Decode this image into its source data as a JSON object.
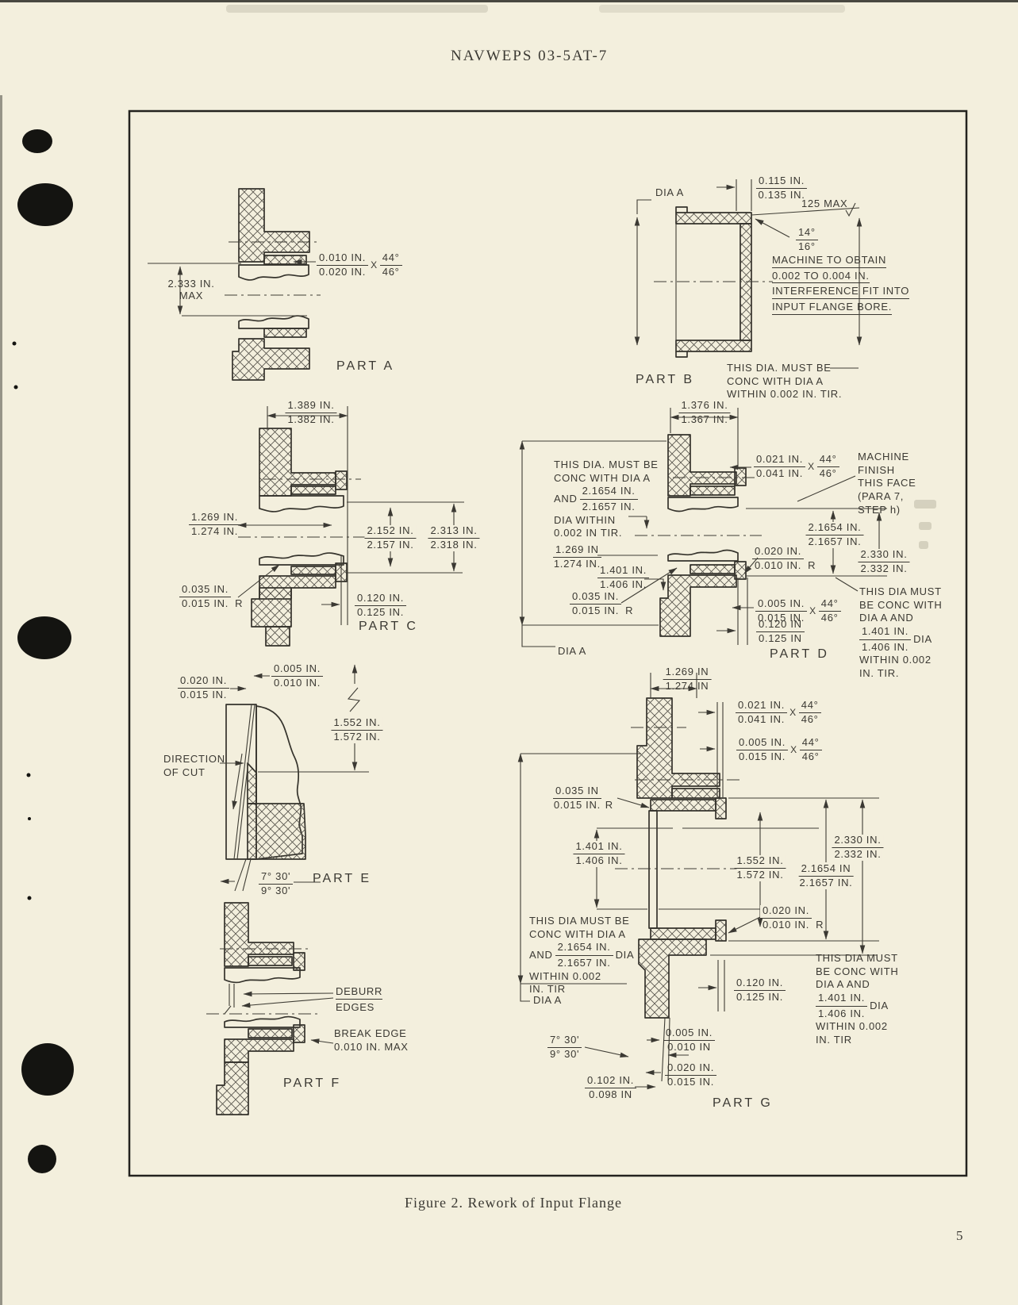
{
  "page": {
    "header": "NAVWEPS 03-5AT-7",
    "caption": "Figure 2.  Rework of Input Flange",
    "page_number": "5"
  },
  "parts": {
    "a": {
      "label": "PART A",
      "height": {
        "l1": "2.333 IN.",
        "l2": "MAX"
      },
      "chamfer": {
        "top": "0.010 IN.",
        "bot": "0.020 IN.",
        "x": "X",
        "ang_top": "44°",
        "ang_bot": "46°"
      }
    },
    "b": {
      "label": "PART B",
      "dia_a": "DIA A",
      "wall": {
        "top": "0.115 IN.",
        "bot": "0.135 IN."
      },
      "finish": "125 MAX",
      "angle": {
        "top": "14°",
        "bot": "16°"
      },
      "machine_note": [
        "MACHINE TO OBTAIN",
        "0.002 TO 0.004 IN.",
        "INTERFERENCE FIT INTO",
        "INPUT FLANGE BORE."
      ],
      "conc_note": [
        "THIS DIA. MUST BE",
        "CONC WITH DIA A",
        "WITHIN 0.002 IN. TIR."
      ]
    },
    "c": {
      "label": "PART C",
      "width": {
        "top": "1.389 IN.",
        "bot": "1.382 IN."
      },
      "bore": {
        "top": "1.269 IN.",
        "bot": "1.274 IN."
      },
      "dia1": {
        "top": "2.152 IN.",
        "bot": "2.157 IN."
      },
      "dia2": {
        "top": "2.313 IN.",
        "bot": "2.318 IN."
      },
      "radius": {
        "top": "0.035 IN.",
        "bot": "0.015 IN.",
        "r": "R"
      },
      "depth": {
        "top": "0.120 IN.",
        "bot": "0.125 IN."
      }
    },
    "d": {
      "label": "PART D",
      "width": {
        "top": "1.376 IN.",
        "bot": "1.367 IN."
      },
      "conc_left": {
        "l1": "THIS DIA. MUST BE",
        "l2": "CONC WITH DIA A",
        "l3": "AND",
        "frac": {
          "top": "2.1654 IN.",
          "bot": "2.1657 IN."
        },
        "l4": "DIA  WITHIN",
        "l5": "0.002 IN TIR."
      },
      "bore": {
        "top": "1.269 IN",
        "bot": "1.274 IN."
      },
      "dia1401": {
        "top": "1.401 IN.",
        "bot": "1.406 IN."
      },
      "chamfer1": {
        "top": "0.021 IN.",
        "bot": "0.041 IN.",
        "x": "X",
        "ang_top": "44°",
        "ang_bot": "46°"
      },
      "machine_note": [
        "MACHINE",
        "FINISH",
        "THIS FACE",
        "(PARA 7,",
        "STEP h)"
      ],
      "dia2165": {
        "top": "2.1654 IN.",
        "bot": "2.1657 IN."
      },
      "radius020": {
        "top": "0.020 IN.",
        "bot": "0.010 IN.",
        "r": "R"
      },
      "dia2330": {
        "top": "2.330 IN.",
        "bot": "2.332 IN."
      },
      "radius035": {
        "top": "0.035 IN.",
        "bot": "0.015 IN.",
        "r": "R"
      },
      "chamfer2": {
        "top": "0.005 IN.",
        "bot": "0.015 IN.",
        "x": "X",
        "ang_top": "44°",
        "ang_bot": "46°"
      },
      "depth": {
        "top": "0.120 IN",
        "bot": "0.125 IN"
      },
      "conc_right": {
        "l1": "THIS DIA MUST",
        "l2": "BE CONC WITH",
        "l3": "DIA A AND",
        "frac": {
          "top": "1.401 IN.",
          "bot": "1.406 IN."
        },
        "l4": "DIA",
        "l5": "WITHIN 0.002",
        "l6": "IN. TIR."
      },
      "dia_a": "DIA A"
    },
    "e": {
      "label": "PART E",
      "kerf1": {
        "top": "0.005 IN.",
        "bot": "0.010 IN."
      },
      "kerf2": {
        "top": "0.020 IN.",
        "bot": "0.015 IN."
      },
      "direction": [
        "DIRECTION",
        "OF CUT"
      ],
      "depth": {
        "top": "1.552 IN.",
        "bot": "1.572 IN."
      },
      "angle": {
        "top": "7° 30'",
        "bot": "9° 30'"
      }
    },
    "f": {
      "label": "PART F",
      "deburr": [
        "DEBURR",
        "EDGES"
      ],
      "break_edge": [
        "BREAK EDGE",
        "0.010 IN. MAX"
      ]
    },
    "g": {
      "label": "PART G",
      "bore": {
        "top": "1.269 IN",
        "bot": "1.274 IN"
      },
      "chamfer1": {
        "top": "0.021 IN.",
        "bot": "0.041 IN.",
        "x": "X",
        "ang_top": "44°",
        "ang_bot": "46°"
      },
      "chamfer2": {
        "top": "0.005 IN.",
        "bot": "0.015 IN.",
        "x": "X",
        "ang_top": "44°",
        "ang_bot": "46°"
      },
      "radius035": {
        "top": "0.035 IN",
        "bot": "0.015 IN.",
        "r": "R"
      },
      "dia1401": {
        "top": "1.401 IN.",
        "bot": "1.406 IN."
      },
      "bore1552": {
        "top": "1.552 IN.",
        "bot": "1.572 IN."
      },
      "dia2165": {
        "top": "2.1654 IN",
        "bot": "2.1657 IN."
      },
      "dia2330": {
        "top": "2.330 IN.",
        "bot": "2.332 IN."
      },
      "radius020": {
        "top": "0.020 IN.",
        "bot": "0.010 IN.",
        "r": "R"
      },
      "conc_left": {
        "l1": "THIS DIA MUST BE",
        "l2": "CONC WITH DIA A",
        "l3": "AND",
        "frac": {
          "top": "2.1654 IN.",
          "bot": "2.1657 IN."
        },
        "l4": "DIA",
        "l5": "WITHIN 0.002",
        "l6": "IN. TIR"
      },
      "depth": {
        "top": "0.120 IN.",
        "bot": "0.125 IN."
      },
      "conc_right": {
        "l1": "THIS DIA MUST",
        "l2": "BE CONC WITH",
        "l3": "DIA A AND",
        "frac": {
          "top": "1.401 IN.",
          "bot": "1.406 IN."
        },
        "l4": "DIA",
        "l5": "WITHIN 0.002",
        "l6": "IN. TIR"
      },
      "dia_a": "DIA A",
      "angle": {
        "top": "7° 30'",
        "bot": "9° 30'"
      },
      "kerf1": {
        "top": "0.005 IN.",
        "bot": "0.010 IN"
      },
      "kerf2": {
        "top": "0.020 IN.",
        "bot": "0.015 IN."
      },
      "offset": {
        "top": "0.102 IN.",
        "bot": "0.098 IN"
      }
    }
  }
}
